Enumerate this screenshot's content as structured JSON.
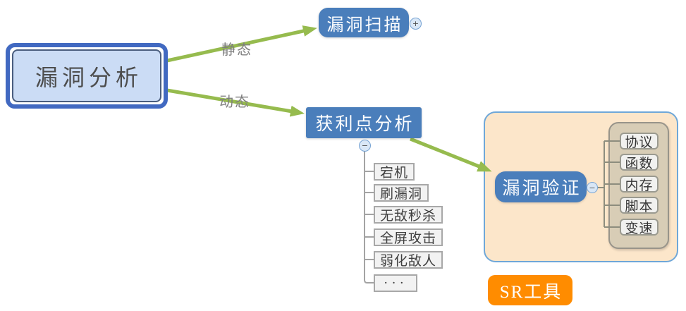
{
  "diagram": {
    "root": {
      "label": "漏洞分析"
    },
    "edges": {
      "static_label": "静态",
      "dynamic_label": "动态"
    },
    "scan": {
      "label": "漏洞扫描",
      "expand_badge": "+"
    },
    "profit": {
      "label": "获利点分析",
      "collapse_badge": "−"
    },
    "profit_children": [
      {
        "label": "宕机"
      },
      {
        "label": "刷漏洞"
      },
      {
        "label": "无敌秒杀"
      },
      {
        "label": "全屏攻击"
      },
      {
        "label": "弱化敌人"
      },
      {
        "label": "···"
      }
    ],
    "verify": {
      "label": "漏洞验证",
      "collapse_badge": "−"
    },
    "verify_children": [
      {
        "label": "协议"
      },
      {
        "label": "函数"
      },
      {
        "label": "内存"
      },
      {
        "label": "脚本"
      },
      {
        "label": "变速"
      }
    ],
    "sr_tool": {
      "label": "SR工具"
    },
    "colors": {
      "node_blue": "#4A7EBB",
      "root_border_blue": "#4169C1",
      "root_fill": "#CBDCF5",
      "arrow_green": "#96BB4E",
      "group_fill": "#FCE6CA",
      "group_border": "#6FA7D8",
      "inner_group_fill": "#D8CDB6",
      "badge_fill": "#D9E7F6",
      "badge_border": "#76A3D3",
      "item_fill": "#F2F2F2",
      "item_border": "#A8A8A8",
      "sr_orange": "#FF8C00",
      "edge_label_gray": "#7F7F7F"
    }
  }
}
